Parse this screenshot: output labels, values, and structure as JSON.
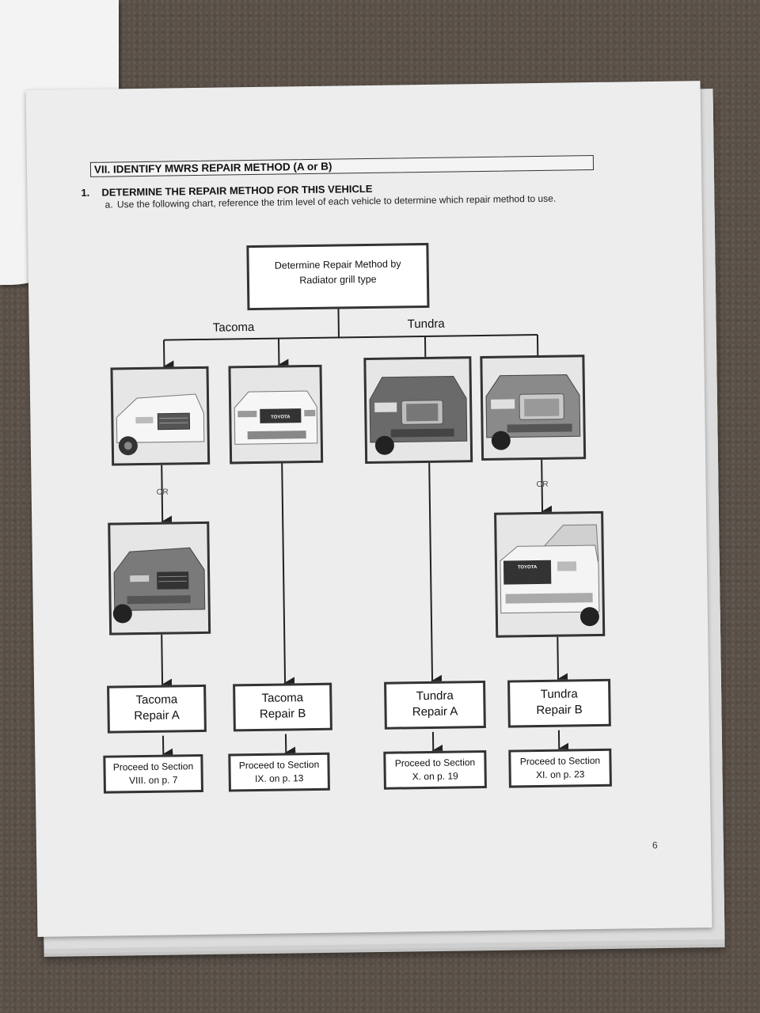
{
  "section": {
    "title": "VII. IDENTIFY MWRS REPAIR METHOD (A or B)",
    "step_number": "1.",
    "step_title": "DETERMINE THE REPAIR METHOD FOR THIS VEHICLE",
    "instruction_letter": "a.",
    "instruction": "Use the following chart, reference the trim level of each vehicle to determine which repair method to use."
  },
  "flowchart": {
    "root_line1": "Determine Repair Method by",
    "root_line2": "Radiator grill type",
    "branches": [
      "Tacoma",
      "Tundra"
    ],
    "or_label": "OR",
    "repairs": [
      {
        "line1": "Tacoma",
        "line2": "Repair A"
      },
      {
        "line1": "Tacoma",
        "line2": "Repair B"
      },
      {
        "line1": "Tundra",
        "line2": "Repair A"
      },
      {
        "line1": "Tundra",
        "line2": "Repair B"
      }
    ],
    "proceeds": [
      {
        "line1": "Proceed to Section",
        "line2": "VIII. on p. 7"
      },
      {
        "line1": "Proceed to Section",
        "line2": "IX. on p. 13"
      },
      {
        "line1": "Proceed to Section",
        "line2": "X. on p. 19"
      },
      {
        "line1": "Proceed to Section",
        "line2": "XI. on p. 23"
      }
    ],
    "badge_text": "TOYOTA"
  },
  "page_number": "6"
}
